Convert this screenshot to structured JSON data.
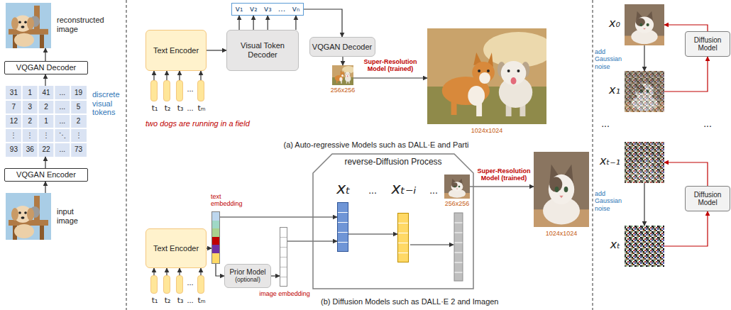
{
  "diagram": {
    "nodes": [
      {
        "text": [
          "reconstructed image"
        ]
      },
      {
        "text": [
          "VQGAN Decoder"
        ]
      },
      {
        "text": [
          "discrete visual tokens"
        ]
      },
      {
        "text": [
          "VQGAN Encoder"
        ]
      },
      {
        "text": [
          "input image"
        ]
      },
      {
        "text": [
          "Text Encoder"
        ]
      },
      {
        "text": [
          "t₁"
        ]
      },
      {
        "text": [
          "t₂"
        ]
      },
      {
        "text": [
          "t₃"
        ]
      },
      {
        "text": [
          "tₘ"
        ]
      },
      {
        "text": [
          "Visual Token Decoder"
        ]
      },
      {
        "text": [
          "v₁",
          "v₂",
          "v₃",
          "...",
          "vₙ"
        ]
      },
      {
        "text": [
          "VQGAN Decoder"
        ]
      },
      {
        "text": [
          "256x256"
        ]
      },
      {
        "text": [
          "1024x1024"
        ]
      },
      {
        "text": [
          "Text Encoder"
        ]
      },
      {
        "text": [
          "t₁"
        ]
      },
      {
        "text": [
          "t₂"
        ]
      },
      {
        "text": [
          "t₃"
        ]
      },
      {
        "text": [
          "tₘ"
        ]
      },
      {
        "text": [
          "text embedding"
        ]
      },
      {
        "text": [
          "Prior Model",
          "(optional)"
        ]
      },
      {
        "text": [
          "image embedding"
        ]
      },
      {
        "text": [
          "reverse-Diffusion Process"
        ]
      },
      {
        "text": [
          "xₜ"
        ],
        "in": 23
      },
      {
        "text": [
          "xₜ₋ᵢ"
        ],
        "in": 23
      },
      {
        "text": [
          "256x256"
        ],
        "in": 23
      },
      {
        "text": [
          "1024x1024"
        ]
      },
      {
        "text": [
          "x₀"
        ]
      },
      {
        "text": [
          "Diffusion Model"
        ]
      },
      {
        "text": [
          "x₁"
        ]
      },
      {
        "text": [
          "xₜ₋₁"
        ]
      },
      {
        "text": [
          "Diffusion Model"
        ]
      },
      {
        "text": [
          "xₜ"
        ]
      }
    ],
    "edges": [
      {
        "from": 4,
        "to": 3,
        "arrow": "to"
      },
      {
        "from": 3,
        "to": 2,
        "arrow": "to"
      },
      {
        "from": 2,
        "to": 1,
        "arrow": "to"
      },
      {
        "from": 1,
        "to": 0,
        "arrow": "to"
      },
      {
        "from": 6,
        "to": 5,
        "arrow": "to"
      },
      {
        "from": 7,
        "to": 5,
        "arrow": "to"
      },
      {
        "from": 8,
        "to": 5,
        "arrow": "to"
      },
      {
        "from": 9,
        "to": 5,
        "arrow": "to"
      },
      {
        "from": 5,
        "to": 10,
        "arrow": "to"
      },
      {
        "from": 10,
        "to": 11,
        "arrow": "to"
      },
      {
        "from": 10,
        "to": 11,
        "arrow": "to"
      },
      {
        "from": 10,
        "to": 11,
        "arrow": "to"
      },
      {
        "from": 10,
        "to": 11,
        "arrow": "to"
      },
      {
        "from": 11,
        "to": 12,
        "arrow": "to"
      },
      {
        "from": 12,
        "to": 13,
        "arrow": "to"
      },
      {
        "from": 13,
        "to": 14,
        "label": "Super-Resolution Model (trained)",
        "arrow": "to"
      },
      {
        "from": 16,
        "to": 15,
        "arrow": "to"
      },
      {
        "from": 17,
        "to": 15,
        "arrow": "to"
      },
      {
        "from": 18,
        "to": 15,
        "arrow": "to"
      },
      {
        "from": 19,
        "to": 15,
        "arrow": "to"
      },
      {
        "from": 15,
        "to": 20,
        "arrow": "to"
      },
      {
        "from": 20,
        "to": 21,
        "arrow": "to"
      },
      {
        "from": 21,
        "to": 22,
        "arrow": "to"
      },
      {
        "from": 20,
        "to": 24,
        "arrow": "to"
      },
      {
        "from": 22,
        "to": 24,
        "arrow": "to"
      },
      {
        "from": 24,
        "to": 25,
        "arrow": "to"
      },
      {
        "from": 26,
        "to": 27,
        "label": "Super-Resolution Model (trained)",
        "arrow": "to"
      },
      {
        "from": 28,
        "to": 30,
        "label": "add Gaussian noise",
        "arrow": "to"
      },
      {
        "from": 30,
        "to": 29,
        "arrow": "to"
      },
      {
        "from": 29,
        "to": 28,
        "arrow": "to"
      },
      {
        "from": 31,
        "to": 33,
        "label": "add Gaussian noise",
        "arrow": "to"
      },
      {
        "from": 33,
        "to": 32,
        "arrow": "to"
      },
      {
        "from": 32,
        "to": 31,
        "arrow": "to"
      }
    ],
    "labels": [
      "31",
      "1",
      "41",
      "...",
      "19",
      "7",
      "3",
      "2",
      "...",
      "5",
      "12",
      "2",
      "1",
      "...",
      "2",
      "⋮",
      "⋮",
      "⋮",
      "⋱",
      "⋮",
      "93",
      "36",
      "22",
      "...",
      "73",
      "...",
      "...",
      "two dogs are running in a field",
      "(a) Auto-regressive Models such as DALL·E and Parti",
      "...",
      "...",
      "...",
      "...",
      "(b) Diffusion Models such as DALL·E 2 and Imagen",
      "...",
      "..."
    ]
  }
}
